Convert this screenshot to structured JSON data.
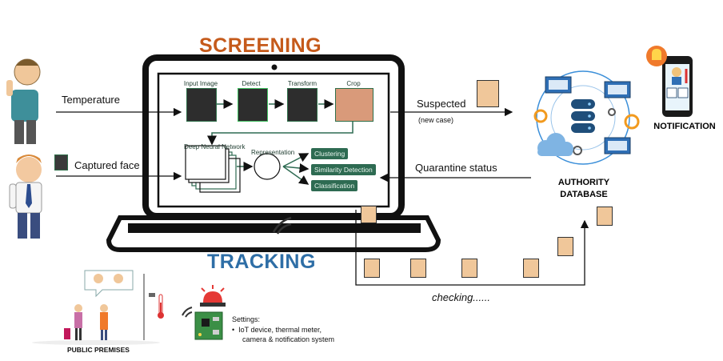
{
  "titles": {
    "screening": "SCREENING",
    "tracking": "TRACKING"
  },
  "colors": {
    "screening": "#c55a1b",
    "tracking": "#2e6ea6",
    "pipeline_green": "#2e6b52",
    "laptop_frame": "#111111"
  },
  "inputs": {
    "temperature": "Temperature",
    "captured_face": "Captured face"
  },
  "pipeline": {
    "steps": [
      "Input Image",
      "Detect",
      "Transform",
      "Crop"
    ],
    "network": "Deep Neural Network",
    "representation": "Representation",
    "tasks": [
      "Clustering",
      "Similarity Detection",
      "Classification"
    ]
  },
  "outputs": {
    "suspected": "Suspected",
    "new_case": "(new case)",
    "quarantine": "Quarantine status",
    "notification": "NOTIFICATION",
    "authority_line1": "AUTHORITY",
    "authority_line2": "DATABASE"
  },
  "tracking": {
    "checking": "checking......",
    "public_premises": "PUBLIC PREMISES",
    "settings_title": "Settings:",
    "settings_line1": "IoT device, thermal meter,",
    "settings_line2": "camera & notification system"
  },
  "icons": [
    "person-thermometer-icon",
    "person-suit-icon",
    "laptop-icon",
    "database-icon",
    "cloud-icon",
    "phone-notification-icon",
    "bell-icon",
    "alarm-siren-icon",
    "circuit-board-icon",
    "camera-icon",
    "thermometer-icon",
    "wifi-icon",
    "face-thumbnail-icon"
  ]
}
